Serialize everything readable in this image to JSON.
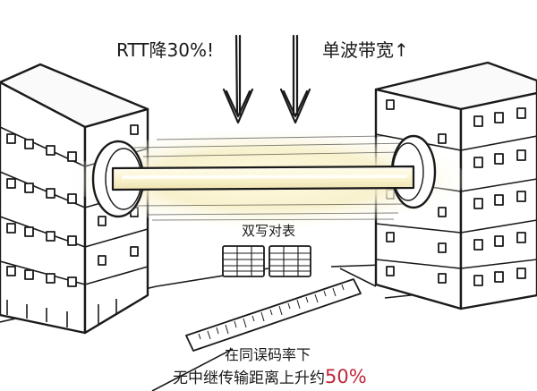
{
  "callouts": {
    "rtt": "RTT降30%!",
    "bandwidth": "单波带宽↑"
  },
  "tables": {
    "title": "双写对表"
  },
  "footer": {
    "line1": "在同误码率下",
    "line2_prefix": "无中继传输距离上升约",
    "line2_value": "50%"
  },
  "colors": {
    "ink": "#1a1a1a",
    "beam_glow": "#f6f1c8",
    "highlight": "#c0283a"
  }
}
